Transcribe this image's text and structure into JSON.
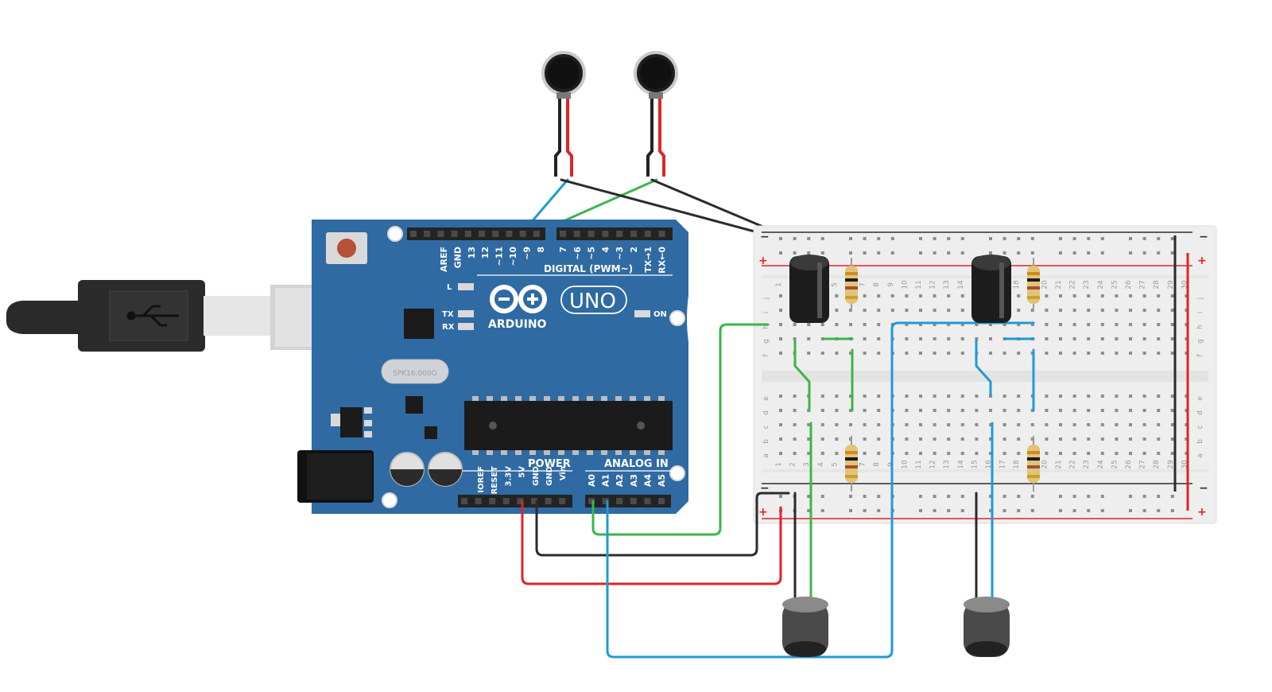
{
  "colors": {
    "board": "#2f6aa3",
    "board_edge": "#24598c",
    "breadboard": "#eeeeee",
    "wire_red": "#e02424",
    "wire_black": "#2b2b2b",
    "wire_blue": "#1f9ad6",
    "wire_green": "#3bb54a"
  },
  "arduino": {
    "brand": "ARDUINO",
    "model": "UNO",
    "crystal_label": "SPK16.000G",
    "digital_label": "DIGITAL (PWM~)",
    "power_label": "POWER",
    "analog_label": "ANALOG IN",
    "led_l": "L",
    "led_tx": "TX",
    "led_rx": "RX",
    "led_on": "ON",
    "digital_pins_left": [
      "AREF",
      "GND",
      "13",
      "12",
      "~11",
      "~10",
      "~9",
      "8"
    ],
    "digital_pins_right": [
      "7",
      "~6",
      "~5",
      "4",
      "~3",
      "2",
      "TX→1",
      "RX←0"
    ],
    "power_pins": [
      "IOREF",
      "RESET",
      "3.3V",
      "5V",
      "GND",
      "GND",
      "Vin"
    ],
    "analog_pins": [
      "A0",
      "A1",
      "A2",
      "A3",
      "A4",
      "A5"
    ]
  },
  "breadboard": {
    "rail_plus": "+",
    "rail_minus": "−",
    "rows_top": [
      "j",
      "i",
      "h",
      "g",
      "f"
    ],
    "rows_bottom": [
      "e",
      "d",
      "c",
      "b",
      "a"
    ],
    "column_numbers": [
      "1",
      "2",
      "3",
      "4",
      "5",
      "6",
      "7",
      "8",
      "9",
      "10",
      "11",
      "12",
      "13",
      "14",
      "15",
      "16",
      "17",
      "18",
      "19",
      "20",
      "21",
      "22",
      "23",
      "24",
      "25",
      "26",
      "27",
      "28",
      "29",
      "30"
    ]
  },
  "components": {
    "vibration_motors": 2,
    "electret_microphones": 2,
    "capacitors": 2,
    "resistors": 4
  },
  "icons": [
    "usb-cable-icon",
    "usb-symbol-icon",
    "arduino-infinity-logo-icon",
    "reset-button-icon"
  ]
}
